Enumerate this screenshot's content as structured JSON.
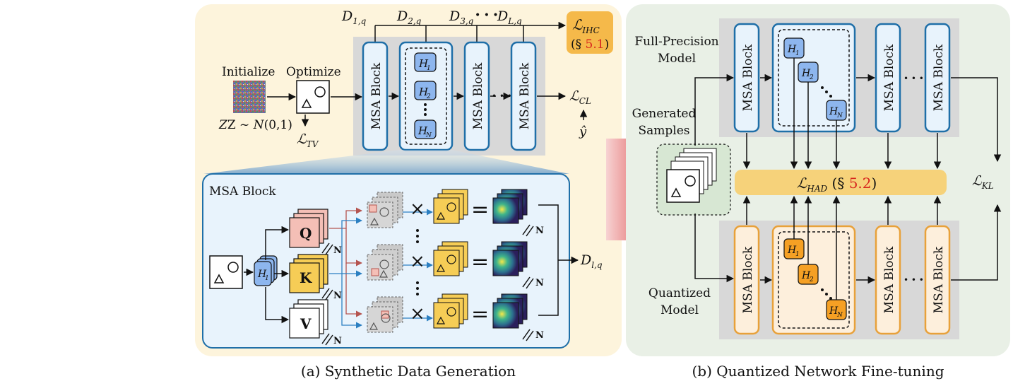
{
  "panel_a": {
    "caption": "(a) Synthetic Data Generation",
    "initialize_label": "Initialize",
    "optimize_label": "Optimize",
    "z_prefix": "Z ~ ",
    "z_dist": "N",
    "z_args": "(0,1)",
    "loss_tv": "ℒ",
    "loss_tv_sub": "TV",
    "loss_cl": "ℒ",
    "loss_cl_sub": "CL",
    "y_hat": "ŷ",
    "loss_ihc": "ℒ",
    "loss_ihc_sub": "IHC",
    "ihc_ref_open": "(§ ",
    "ihc_ref_num": "5.1",
    "ihc_ref_close": ")",
    "d_labels": [
      {
        "main": "D",
        "sub": "1,q"
      },
      {
        "main": "D",
        "sub": "2,q"
      },
      {
        "main": "D",
        "sub": "3,q"
      },
      {
        "main": "D",
        "sub": "L,q"
      }
    ],
    "dots": "• • •",
    "msa_block_label": "MSA Block",
    "heads": [
      {
        "main": "H",
        "sub": "1"
      },
      {
        "main": "H",
        "sub": "2"
      },
      {
        "main": "H",
        "sub": "N"
      }
    ],
    "detail": {
      "title": "MSA Block",
      "q": "Q",
      "k": "K",
      "v": "V",
      "n": "N",
      "times": "×",
      "equals": "=",
      "h1": {
        "main": "H",
        "sub": "1"
      },
      "output": {
        "main": "D",
        "sub": "l,q"
      }
    }
  },
  "panel_b": {
    "caption": "(b) Quantized Network Fine-tuning",
    "full_precision_label": [
      "Full-Precision",
      "Model"
    ],
    "quantized_label": [
      "Quantized",
      "Model"
    ],
    "generated_label": [
      "Generated",
      "Samples"
    ],
    "msa_block_label": "MSA Block",
    "heads": [
      {
        "main": "H",
        "sub": "1"
      },
      {
        "main": "H",
        "sub": "2"
      },
      {
        "main": "H",
        "sub": "N"
      }
    ],
    "loss_had": "ℒ",
    "loss_had_sub": "HAD",
    "had_ref_open": " (§ ",
    "had_ref_num": "5.2",
    "had_ref_close": ")",
    "loss_kl": "ℒ",
    "loss_kl_sub": "KL",
    "dots": "• • •"
  },
  "colors": {
    "panel_a_bg": "#fdf4dc",
    "panel_b_bg": "#e9f0e6",
    "blue_border": "#1f6fa8",
    "blue_fill": "#e8f3fc",
    "head_fill": "#8db6ee",
    "orange_border": "#e8a13a",
    "orange_fill": "#fdefdc",
    "head_orange": "#f5a024",
    "loss_bar": "#f6d27a",
    "accent_red": "#d7261e"
  }
}
